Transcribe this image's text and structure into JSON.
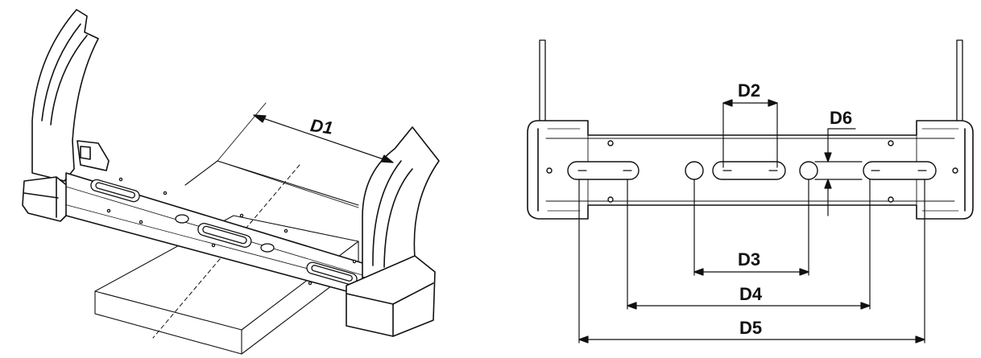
{
  "diagram": {
    "left_view": {
      "dimension_labels": [
        "D1"
      ]
    },
    "right_view": {
      "dimension_labels": [
        "D2",
        "D6",
        "D3",
        "D4",
        "D5"
      ]
    }
  },
  "colors": {
    "line": "#111111",
    "fill": "#ffffff"
  }
}
